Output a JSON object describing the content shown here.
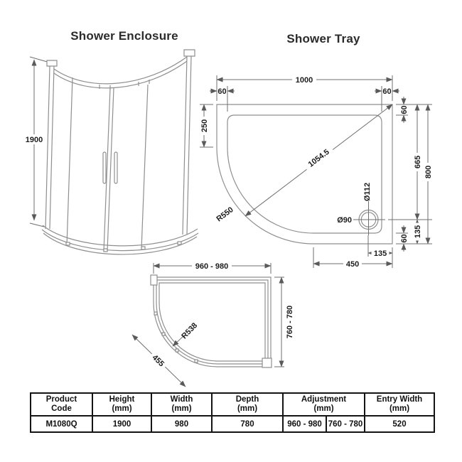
{
  "titles": {
    "enclosure": "Shower Enclosure",
    "tray": "Shower Tray"
  },
  "enclosure": {
    "height": "1900"
  },
  "tray": {
    "width_overall": "1000",
    "rim_left": "60",
    "rim_right": "60",
    "side_straight": "250",
    "diagonal": "1054.5",
    "corner_radius": "R550",
    "waste_flange_dia": "Ø112",
    "waste_dia": "Ø90",
    "rim_top_right": "60",
    "waste_offset_v": "665",
    "depth_overall": "800",
    "waste_edge_v": "135",
    "rim_bottom_right": "60",
    "waste_edge_h": "135",
    "bottom_straight": "450"
  },
  "plan": {
    "width_adjust": "960 - 980",
    "depth_adjust": "760 - 780",
    "corner_radius": "R538",
    "entry_width": "455"
  },
  "spec_table": {
    "headers": [
      {
        "l1": "Product",
        "l2": "Code"
      },
      {
        "l1": "Height",
        "l2": "(mm)"
      },
      {
        "l1": "Width",
        "l2": "(mm)"
      },
      {
        "l1": "Depth",
        "l2": "(mm)"
      },
      {
        "l1": "Adjustment",
        "l2": "(mm)"
      },
      {
        "l1": "Entry Width",
        "l2": "(mm)"
      }
    ],
    "row": {
      "code": "M1080Q",
      "height": "1900",
      "width": "980",
      "depth": "780",
      "adjust_w": "960 - 980",
      "adjust_d": "760 - 780",
      "entry": "520"
    }
  },
  "colors": {
    "drawing_line": "#8f8f8f",
    "dimension_line": "#6f6f6f",
    "text": "#1c1c1c",
    "table_border": "#141414"
  }
}
